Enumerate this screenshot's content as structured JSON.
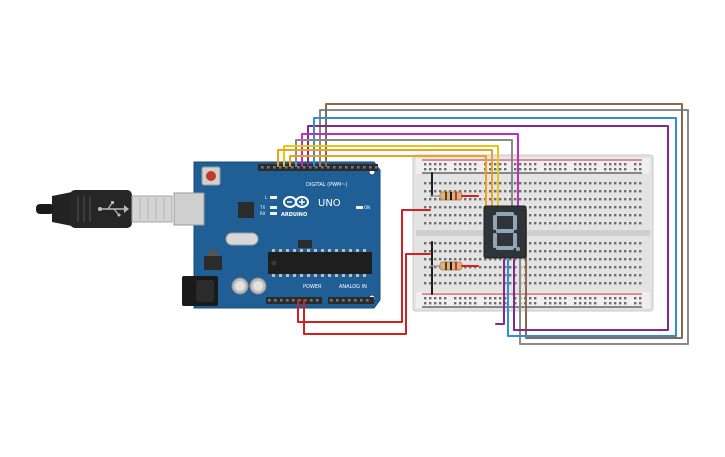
{
  "board": {
    "brand": "UNO",
    "logo_text": "ARDUINO",
    "digital_label": "DIGITAL (PWM~)",
    "power_label": "POWER",
    "analog_label": "ANALOG IN",
    "tx_label": "TX",
    "rx_label": "RX",
    "l_label": "L",
    "on_label": "ON",
    "body_color": "#1f5f96",
    "header_color": "#2b2b2b"
  },
  "usb": {
    "cable_color": "#222222",
    "connector_color": "#c9c9c9"
  },
  "display": {
    "digit": "8",
    "segment_color": "#8fa6b8",
    "body_color": "#2f3438"
  },
  "breadboard": {
    "rail_plus_color": "#d8232a",
    "rail_minus_color": "#1d1d1d"
  },
  "wires": [
    {
      "name": "wire-orange",
      "color": "#f0a020"
    },
    {
      "name": "wire-yellow",
      "color": "#e6c619"
    },
    {
      "name": "wire-purple",
      "color": "#7e2a8f"
    },
    {
      "name": "wire-magenta",
      "color": "#c02ec0"
    },
    {
      "name": "wire-blue",
      "color": "#2f8fd6"
    },
    {
      "name": "wire-gray",
      "color": "#8a8a8a"
    },
    {
      "name": "wire-brown",
      "color": "#8a6a4f"
    },
    {
      "name": "wire-red-power",
      "color": "#d42020"
    }
  ]
}
